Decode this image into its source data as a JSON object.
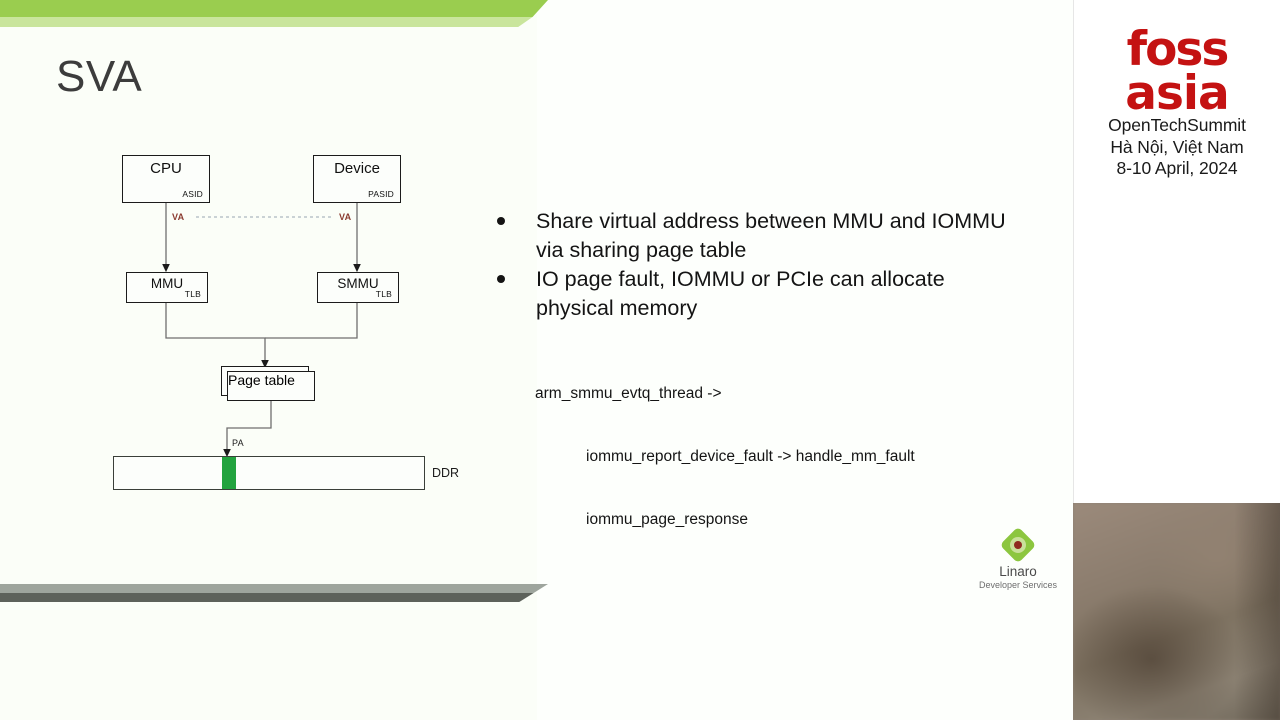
{
  "slide": {
    "title": "SVA",
    "bullets": [
      "Share virtual address between MMU and IOMMU via sharing page table",
      "IO page fault, IOMMU or PCIe can allocate physical memory"
    ],
    "code": {
      "line1": "arm_smmu_evtq_thread ->",
      "line2": "iommu_report_device_fault -> handle_mm_fault",
      "line3": "iommu_page_response"
    },
    "diagram": {
      "cpu": {
        "title": "CPU",
        "sub": "ASID"
      },
      "device": {
        "title": "Device",
        "sub": "PASID"
      },
      "mmu": {
        "title": "MMU",
        "sub": "TLB"
      },
      "smmu": {
        "title": "SMMU",
        "sub": "TLB"
      },
      "page_table": "Page table",
      "va_left": "VA",
      "va_right": "VA",
      "pa": "PA",
      "ddr": "DDR",
      "colors": {
        "va_text": "#8b3b30",
        "allocated_page": "#22a33e",
        "box_stroke": "#1b1b1b"
      }
    },
    "linaro": {
      "name": "Linaro",
      "subtitle": "Developer Services"
    },
    "colors": {
      "background": "#fbfef8",
      "banner_green": "#9ACD4F",
      "banner_green_light": "#c9e59c",
      "banner_gray_light": "#9ea59d",
      "banner_gray_dark": "#5d625b",
      "title_text": "#3c3c3c"
    }
  },
  "right_panel": {
    "logo_line1": "foss",
    "logo_line2": "asia",
    "event": [
      "OpenTechSummit",
      "Hà Nội, Việt Nam",
      "8-10 April, 2024"
    ],
    "colors": {
      "logo_red": "#c41212",
      "panel_background": "#ffffff"
    }
  }
}
